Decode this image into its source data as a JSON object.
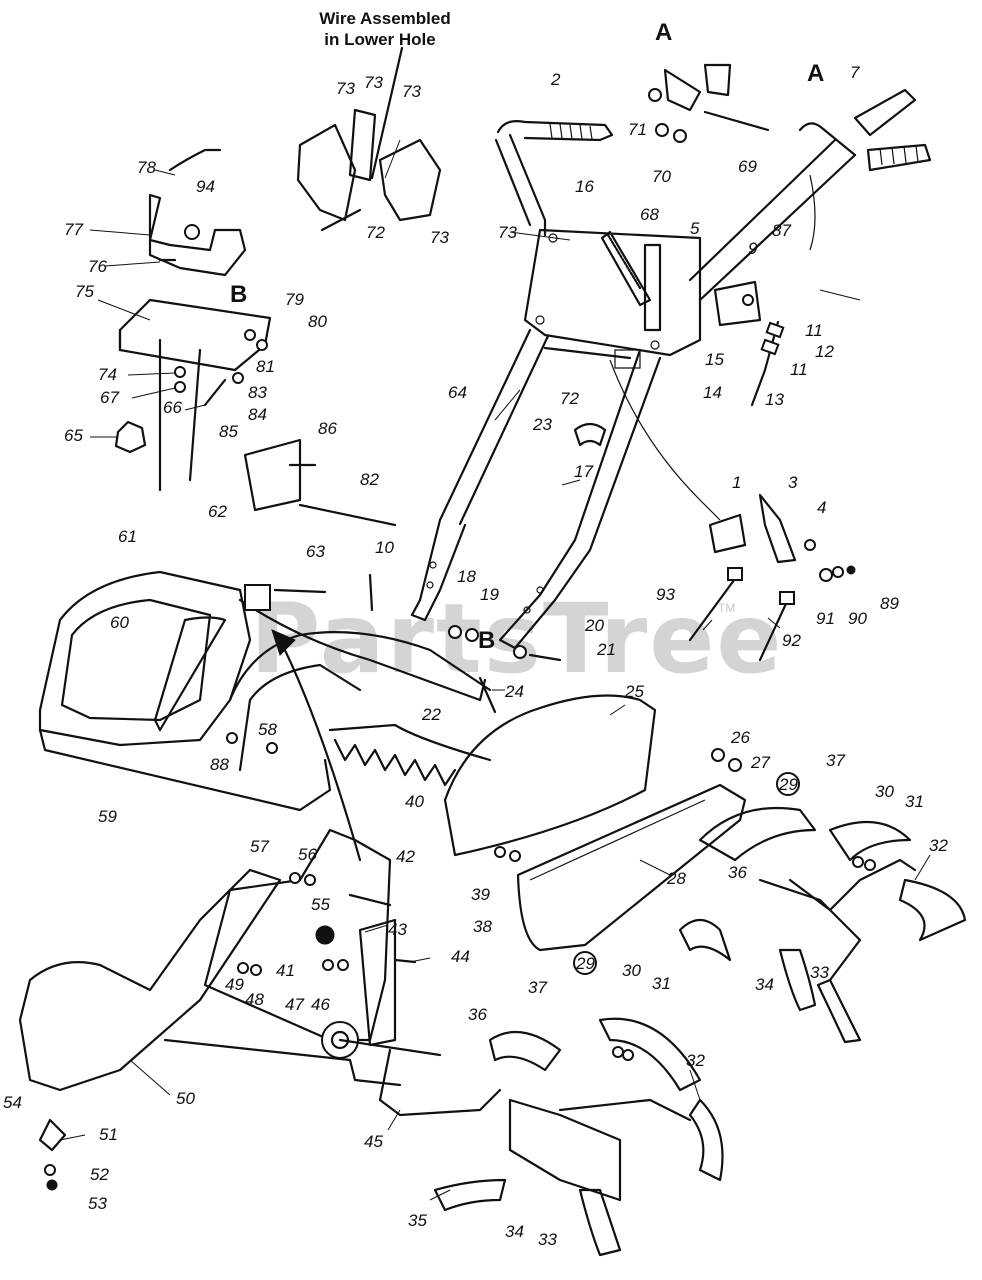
{
  "note": {
    "line1": "Wire Assembled",
    "line2": "in Lower Hole"
  },
  "watermark": "PartsTree",
  "watermark_tm": "TM",
  "letters": {
    "a1": "A",
    "a2": "A",
    "b1": "B",
    "b2": "B"
  },
  "callouts": [
    {
      "id": "1",
      "text": "1"
    },
    {
      "id": "2",
      "text": "2"
    },
    {
      "id": "3",
      "text": "3"
    },
    {
      "id": "4",
      "text": "4"
    },
    {
      "id": "5",
      "text": "5"
    },
    {
      "id": "7",
      "text": "7"
    },
    {
      "id": "9",
      "text": "9"
    },
    {
      "id": "10",
      "text": "10"
    },
    {
      "id": "11a",
      "text": "11"
    },
    {
      "id": "11b",
      "text": "11"
    },
    {
      "id": "12",
      "text": "12"
    },
    {
      "id": "13",
      "text": "13"
    },
    {
      "id": "14",
      "text": "14"
    },
    {
      "id": "15",
      "text": "15"
    },
    {
      "id": "16",
      "text": "16"
    },
    {
      "id": "17",
      "text": "17"
    },
    {
      "id": "18",
      "text": "18"
    },
    {
      "id": "19",
      "text": "19"
    },
    {
      "id": "20",
      "text": "20"
    },
    {
      "id": "21",
      "text": "21"
    },
    {
      "id": "22",
      "text": "22"
    },
    {
      "id": "23",
      "text": "23"
    },
    {
      "id": "24",
      "text": "24"
    },
    {
      "id": "25",
      "text": "25"
    },
    {
      "id": "26",
      "text": "26"
    },
    {
      "id": "27",
      "text": "27"
    },
    {
      "id": "28",
      "text": "28"
    },
    {
      "id": "29a",
      "text": "29"
    },
    {
      "id": "29b",
      "text": "29"
    },
    {
      "id": "30a",
      "text": "30"
    },
    {
      "id": "30b",
      "text": "30"
    },
    {
      "id": "31a",
      "text": "31"
    },
    {
      "id": "31b",
      "text": "31"
    },
    {
      "id": "32a",
      "text": "32"
    },
    {
      "id": "32b",
      "text": "32"
    },
    {
      "id": "33a",
      "text": "33"
    },
    {
      "id": "33b",
      "text": "33"
    },
    {
      "id": "34a",
      "text": "34"
    },
    {
      "id": "34b",
      "text": "34"
    },
    {
      "id": "35",
      "text": "35"
    },
    {
      "id": "36a",
      "text": "36"
    },
    {
      "id": "36b",
      "text": "36"
    },
    {
      "id": "37a",
      "text": "37"
    },
    {
      "id": "37b",
      "text": "37"
    },
    {
      "id": "38",
      "text": "38"
    },
    {
      "id": "39",
      "text": "39"
    },
    {
      "id": "40",
      "text": "40"
    },
    {
      "id": "41",
      "text": "41"
    },
    {
      "id": "42",
      "text": "42"
    },
    {
      "id": "43",
      "text": "43"
    },
    {
      "id": "44",
      "text": "44"
    },
    {
      "id": "45",
      "text": "45"
    },
    {
      "id": "46",
      "text": "46"
    },
    {
      "id": "47",
      "text": "47"
    },
    {
      "id": "48",
      "text": "48"
    },
    {
      "id": "49",
      "text": "49"
    },
    {
      "id": "50",
      "text": "50"
    },
    {
      "id": "51",
      "text": "51"
    },
    {
      "id": "52",
      "text": "52"
    },
    {
      "id": "53",
      "text": "53"
    },
    {
      "id": "54",
      "text": "54"
    },
    {
      "id": "55",
      "text": "55"
    },
    {
      "id": "56",
      "text": "56"
    },
    {
      "id": "57",
      "text": "57"
    },
    {
      "id": "58",
      "text": "58"
    },
    {
      "id": "59",
      "text": "59"
    },
    {
      "id": "60",
      "text": "60"
    },
    {
      "id": "61",
      "text": "61"
    },
    {
      "id": "62",
      "text": "62"
    },
    {
      "id": "63",
      "text": "63"
    },
    {
      "id": "64",
      "text": "64"
    },
    {
      "id": "65",
      "text": "65"
    },
    {
      "id": "66",
      "text": "66"
    },
    {
      "id": "67",
      "text": "67"
    },
    {
      "id": "68",
      "text": "68"
    },
    {
      "id": "69",
      "text": "69"
    },
    {
      "id": "70",
      "text": "70"
    },
    {
      "id": "71",
      "text": "71"
    },
    {
      "id": "72a",
      "text": "72"
    },
    {
      "id": "72b",
      "text": "72"
    },
    {
      "id": "73a",
      "text": "73"
    },
    {
      "id": "73b",
      "text": "73"
    },
    {
      "id": "73c",
      "text": "73"
    },
    {
      "id": "73d",
      "text": "73"
    },
    {
      "id": "73e",
      "text": "73"
    },
    {
      "id": "74",
      "text": "74"
    },
    {
      "id": "75",
      "text": "75"
    },
    {
      "id": "76",
      "text": "76"
    },
    {
      "id": "77",
      "text": "77"
    },
    {
      "id": "78",
      "text": "78"
    },
    {
      "id": "79",
      "text": "79"
    },
    {
      "id": "80",
      "text": "80"
    },
    {
      "id": "81",
      "text": "81"
    },
    {
      "id": "82",
      "text": "82"
    },
    {
      "id": "83",
      "text": "83"
    },
    {
      "id": "84",
      "text": "84"
    },
    {
      "id": "85",
      "text": "85"
    },
    {
      "id": "86",
      "text": "86"
    },
    {
      "id": "87",
      "text": "87"
    },
    {
      "id": "88",
      "text": "88"
    },
    {
      "id": "89",
      "text": "89"
    },
    {
      "id": "90",
      "text": "90"
    },
    {
      "id": "91",
      "text": "91"
    },
    {
      "id": "92",
      "text": "92"
    },
    {
      "id": "93",
      "text": "93"
    },
    {
      "id": "94",
      "text": "94"
    }
  ]
}
